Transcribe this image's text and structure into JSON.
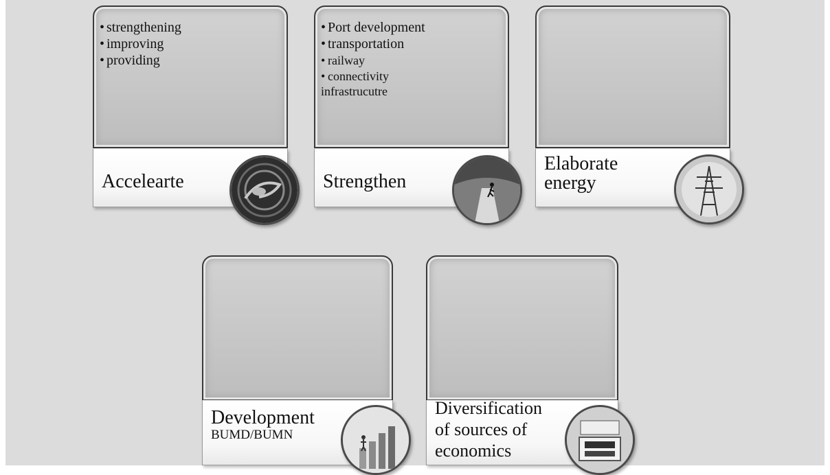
{
  "cards": [
    {
      "label": "Accelearte",
      "bullets": [
        "strengthening",
        "improving",
        "providing"
      ]
    },
    {
      "label": "Strengthen",
      "bullets": [
        "Port development",
        "transportation",
        "railway",
        "connectivity",
        "infrastrucutre"
      ]
    },
    {
      "label_line1": "Elaborate",
      "label_line2": "energy"
    },
    {
      "label_line1": "Development",
      "label_line2": "BUMD/BUMN"
    },
    {
      "label_line1": "Diversification",
      "label_line2": "of sources of",
      "label_line3": "economics"
    }
  ],
  "icons": [
    "abstract-swirl-icon",
    "running-figure-icon",
    "power-tower-icon",
    "growth-bars-icon",
    "cash-register-icon"
  ]
}
